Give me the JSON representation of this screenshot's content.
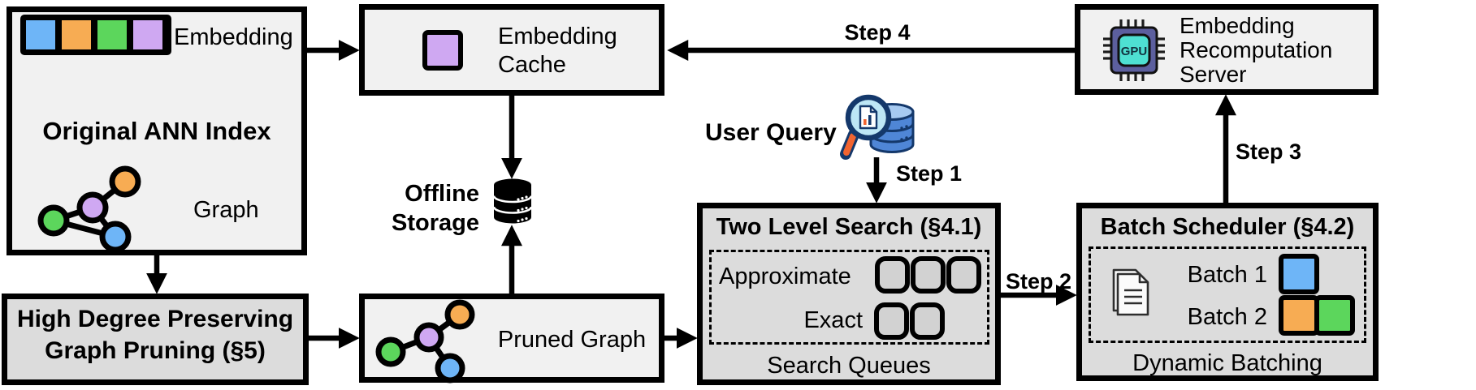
{
  "figure": {
    "ann_index": {
      "embedding_label": "Embedding",
      "title": "Original ANN Index",
      "graph_label": "Graph"
    },
    "embedding_cache": {
      "label": "Embedding\nCache"
    },
    "recomputation_server": {
      "label": "Embedding\nRecomputation\nServer",
      "chip_text": "GPU"
    },
    "offline_storage": {
      "label": "Offline\nStorage"
    },
    "user_query": {
      "label": "User Query"
    },
    "graph_pruning": {
      "label": "High Degree Preserving\nGraph Pruning (§5)"
    },
    "pruned_graph": {
      "label": "Pruned Graph"
    },
    "two_level_search": {
      "title": "Two Level Search (§4.1)",
      "approximate_label": "Approximate",
      "exact_label": "Exact",
      "approximate_queue_slots": 3,
      "exact_queue_slots": 2,
      "footer": "Search Queues"
    },
    "batch_scheduler": {
      "title": "Batch Scheduler (§4.2)",
      "batch1_label": "Batch 1",
      "batch2_label": "Batch 2",
      "footer": "Dynamic Batching"
    },
    "steps": {
      "step1": "Step 1",
      "step2": "Step 2",
      "step3": "Step 3",
      "step4": "Step 4"
    },
    "colors": {
      "blue": "#6EB5F7",
      "orange": "#F7AC53",
      "green": "#5CD65C",
      "purple": "#CFA8F2",
      "box_light": "#F1F1F1",
      "box_gray": "#DCDCDC",
      "queue_fill": "#D2D2D2",
      "chip_body": "#5C5F9E",
      "chip_core": "#4EE0D2",
      "lens_fill": "#BDE6F5",
      "lens_rim": "#14386B",
      "handle": "#F26430",
      "db_blue": "#4F86D6",
      "db_blue_light": "#A6C9F0"
    }
  }
}
